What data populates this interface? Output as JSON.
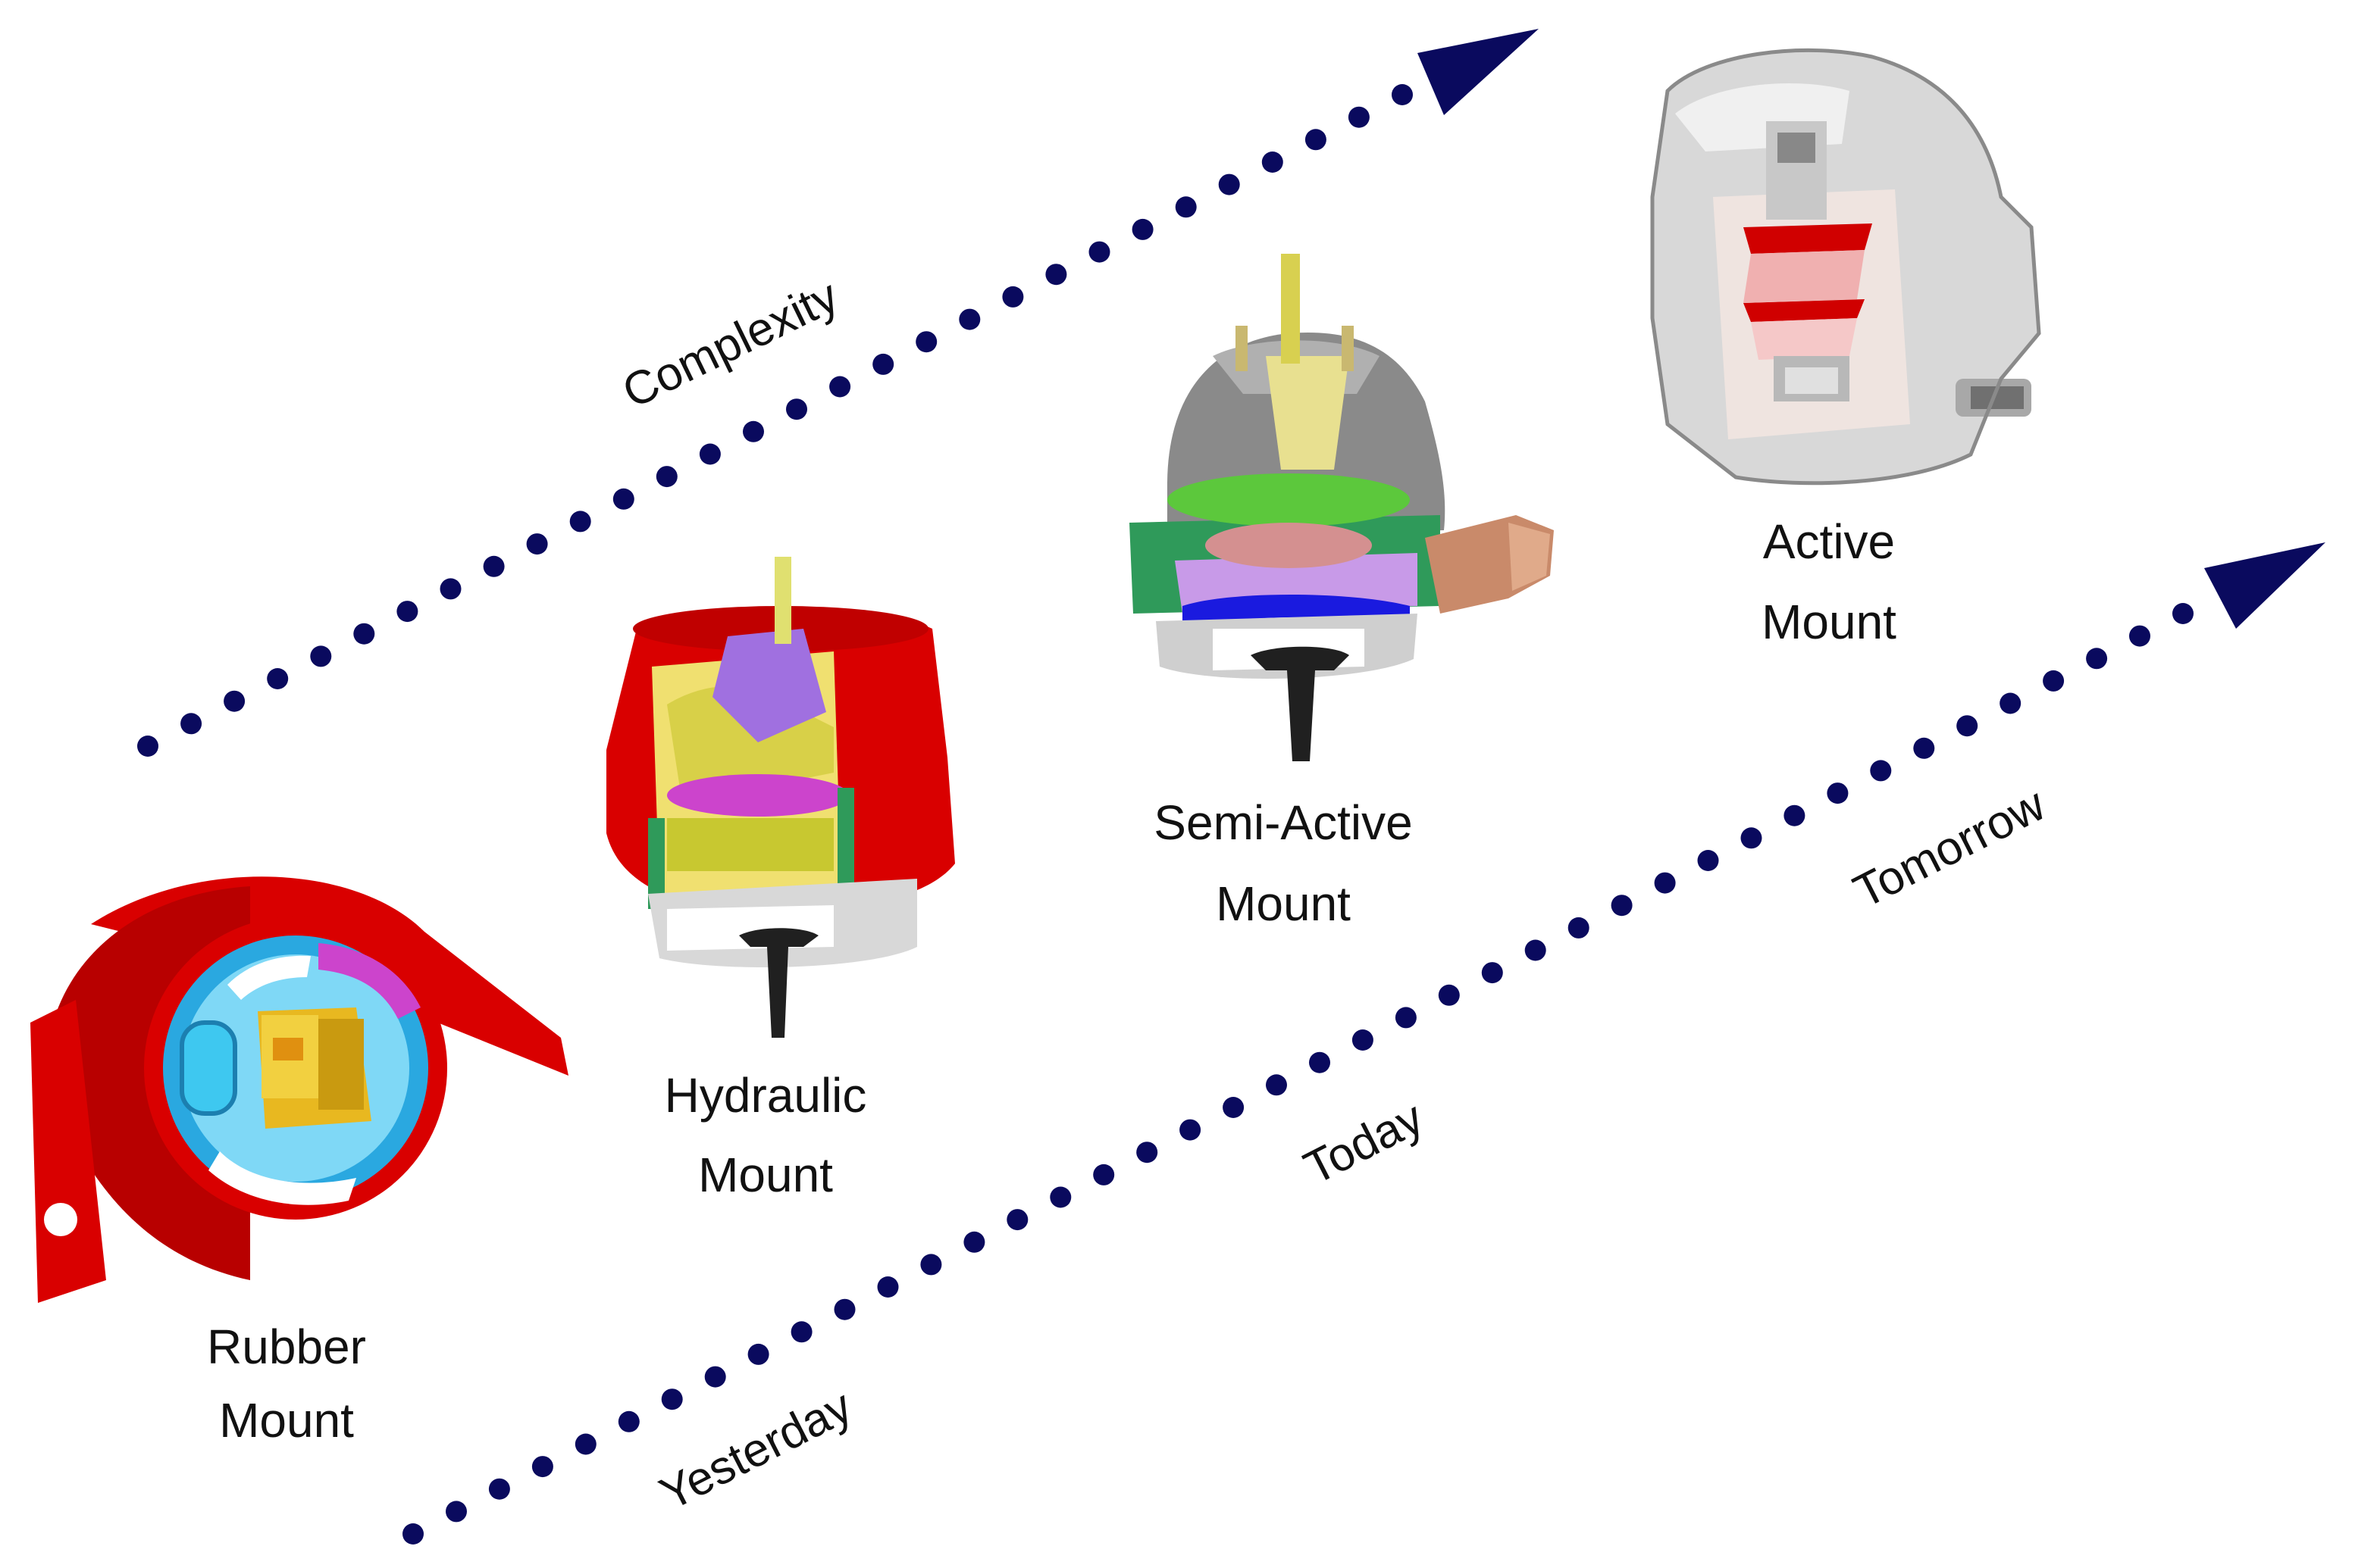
{
  "colors": {
    "arrow": "#0a0a5e",
    "rubber_red": "#d90000",
    "cyan": "#3ec8f0",
    "yellow": "#e8c020",
    "magenta": "#cc44cc",
    "purple": "#a070e0",
    "olive": "#c8c830",
    "gray": "#8a8a8a",
    "silver": "#d8d8d8",
    "green": "#2f9a5a",
    "blue": "#1a1adf",
    "copper": "#c98a6a",
    "shaft": "#202020"
  },
  "axes": {
    "complexity": {
      "label": "Complexity",
      "dots": 30
    },
    "time": {
      "dots": 42,
      "labels": [
        "Yesterday",
        "Today",
        "Tomorrow"
      ]
    }
  },
  "mounts": [
    {
      "id": "rubber",
      "line1": "Rubber",
      "line2": "Mount",
      "icon": "rubber-mount-icon"
    },
    {
      "id": "hydraulic",
      "line1": "Hydraulic",
      "line2": "Mount",
      "icon": "hydraulic-mount-icon"
    },
    {
      "id": "semi-active",
      "line1": "Semi-Active",
      "line2": "Mount",
      "icon": "semi-active-mount-icon"
    },
    {
      "id": "active",
      "line1": "Active",
      "line2": "Mount",
      "icon": "active-mount-icon"
    }
  ]
}
